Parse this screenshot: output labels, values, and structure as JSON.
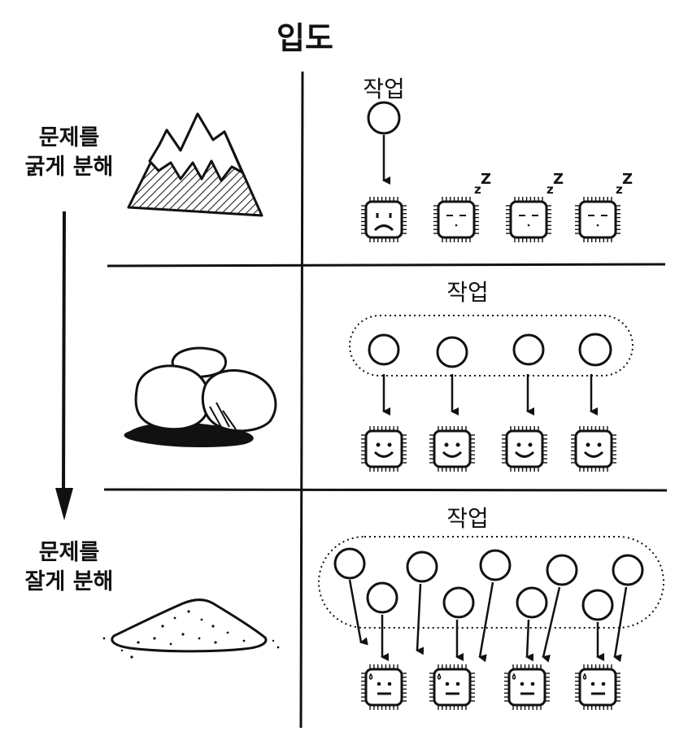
{
  "title": "입도",
  "rows": [
    {
      "label": [
        "문제를",
        "굵게 분해"
      ],
      "task_label": "작업",
      "chip_faces": [
        "sad",
        "sleeping",
        "sleeping",
        "sleeping"
      ]
    },
    {
      "task_label": "작업",
      "chip_faces": [
        "happy",
        "happy",
        "happy",
        "happy"
      ]
    },
    {
      "label": [
        "문제를",
        "잘게 분해"
      ],
      "task_label": "작업",
      "chip_faces": [
        "sweating",
        "sweating",
        "sweating",
        "sweating"
      ]
    }
  ],
  "sleep_mark": "z",
  "icons": [
    "mountain-icon",
    "boulders-icon",
    "sand-pile-icon",
    "cpu-chip-icon",
    "task-circle-icon",
    "down-arrow-icon"
  ],
  "colors": {
    "ink": "#111111",
    "background": "#ffffff"
  }
}
